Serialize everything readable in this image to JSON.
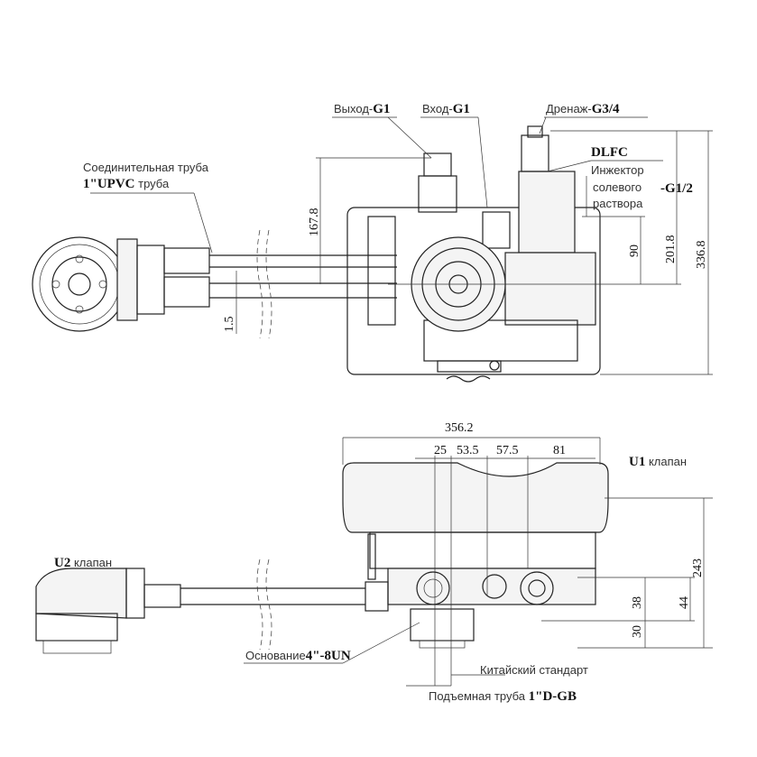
{
  "top_view": {
    "outlet": {
      "label": "Выход-",
      "thread": "G1"
    },
    "inlet": {
      "label": "Вход-",
      "thread": "G1"
    },
    "drain": {
      "label": "Дренаж-",
      "thread": "G3/4"
    },
    "dlfc": "DLFC",
    "injector": {
      "line1": "Инжектор",
      "line2": "солевого",
      "line3": "раствора",
      "thread": "-G1/2"
    },
    "connecting_pipe": {
      "line1": "Соединительная труба",
      "line2_bold": "1\"UPVC",
      "line2": " труба"
    },
    "dimensions": {
      "d1": "167.8",
      "d2": "90",
      "d3": "201.8",
      "d4": "336.8",
      "d5": "1.5"
    }
  },
  "side_view": {
    "u1_valve": {
      "bold": "U1",
      "label": " клапан"
    },
    "u2_valve": {
      "bold": "U2",
      "label": " клапан"
    },
    "base": {
      "label": "Основание",
      "bold": "4\"-8UN"
    },
    "chinese_standard": "Китайский стандарт",
    "riser": {
      "label": "Подъемная труба ",
      "bold": "1\"D-GB"
    },
    "dimensions": {
      "width": "356.2",
      "a": "25",
      "b": "53.5",
      "c": "57.5",
      "d": "81",
      "height": "243",
      "h44": "44",
      "h38": "38",
      "h30": "30"
    }
  }
}
